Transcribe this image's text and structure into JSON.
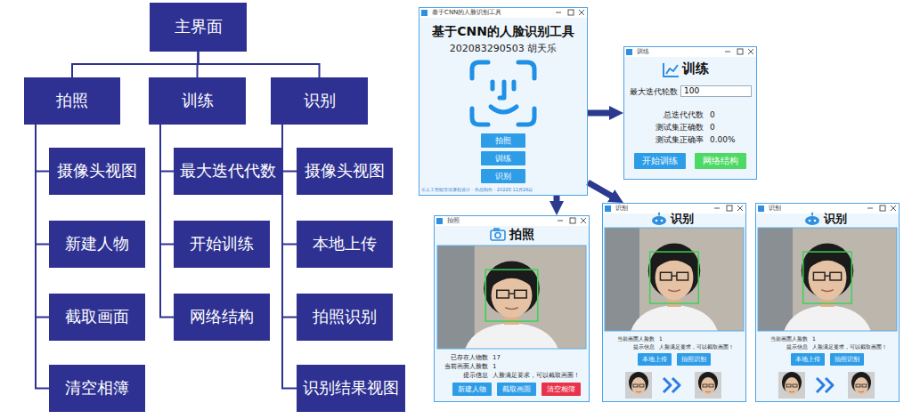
{
  "diagram": {
    "nodes": [
      {
        "text": [
          "主界面"
        ]
      },
      {
        "text": [
          "拍照"
        ]
      },
      {
        "text": [
          "训练"
        ]
      },
      {
        "text": [
          "识别"
        ]
      },
      {
        "text": [
          "摄像头视图"
        ]
      },
      {
        "text": [
          "新建人物"
        ]
      },
      {
        "text": [
          "截取画面"
        ]
      },
      {
        "text": [
          "清空相簿"
        ]
      },
      {
        "text": [
          "最大迭代代数"
        ]
      },
      {
        "text": [
          "开始训练"
        ]
      },
      {
        "text": [
          "网络结构"
        ]
      },
      {
        "text": [
          "摄像头视图"
        ]
      },
      {
        "text": [
          "本地上传"
        ]
      },
      {
        "text": [
          "拍照识别"
        ]
      },
      {
        "text": [
          "识别结果视图"
        ]
      },
      {
        "text": [
          "基于CNN的人脸识别工具",
          "基于CNN的人脸识别工具",
          "202083290503 胡天乐"
        ]
      },
      {
        "text": [
          "拍照"
        ],
        "in": 15
      },
      {
        "text": [
          "训练"
        ],
        "in": 15
      },
      {
        "text": [
          "识别"
        ],
        "in": 15
      },
      {
        "text": [
          "训练",
          "训练"
        ]
      },
      {
        "text": [
          "100"
        ],
        "in": 19
      },
      {
        "text": [
          "开始训练"
        ],
        "in": 19
      },
      {
        "text": [
          "网络结构"
        ],
        "in": 19
      },
      {
        "text": [
          "拍照",
          "拍照"
        ]
      },
      {
        "text": [
          "新建人物"
        ],
        "in": 23
      },
      {
        "text": [
          "截取画面"
        ],
        "in": 23
      },
      {
        "text": [
          "清空相簿"
        ],
        "in": 23
      },
      {
        "text": [
          "识别",
          "识别"
        ]
      },
      {
        "text": [
          "本地上传"
        ],
        "in": 27
      },
      {
        "text": [
          "拍照识别"
        ],
        "in": 27
      },
      {
        "text": [
          "识别",
          "识别"
        ]
      },
      {
        "text": [
          "本地上传"
        ],
        "in": 30
      },
      {
        "text": [
          "拍照识别"
        ],
        "in": 30
      }
    ],
    "edges": [
      {
        "from": 0,
        "to": 1,
        "arrow": "none"
      },
      {
        "from": 0,
        "to": 2,
        "arrow": "none"
      },
      {
        "from": 0,
        "to": 3,
        "arrow": "none"
      },
      {
        "from": 1,
        "to": 4,
        "arrow": "none"
      },
      {
        "from": 1,
        "to": 5,
        "arrow": "none"
      },
      {
        "from": 1,
        "to": 6,
        "arrow": "none"
      },
      {
        "from": 1,
        "to": 7,
        "arrow": "none"
      },
      {
        "from": 2,
        "to": 8,
        "arrow": "none"
      },
      {
        "from": 2,
        "to": 9,
        "arrow": "none"
      },
      {
        "from": 2,
        "to": 10,
        "arrow": "none"
      },
      {
        "from": 3,
        "to": 11,
        "arrow": "none"
      },
      {
        "from": 3,
        "to": 12,
        "arrow": "none"
      },
      {
        "from": 3,
        "to": 13,
        "arrow": "none"
      },
      {
        "from": 3,
        "to": 14,
        "arrow": "none"
      },
      {
        "from": 15,
        "to": 19,
        "arrow": "to"
      },
      {
        "from": 15,
        "to": 23,
        "arrow": "to"
      },
      {
        "from": 15,
        "to": 27,
        "arrow": "to"
      }
    ],
    "labels": [
      "最大迭代轮数",
      "总迭代代数",
      "0",
      "测试集正确数",
      "0",
      "测试集正确率",
      "0.00%",
      "已存在人物数",
      "17",
      "当前画面人脸数",
      "1",
      "提示信息",
      "人脸满足要求，可以截取画面！",
      "当前画面人脸数",
      "1",
      "提示信息",
      "人脸满足要求，可以截取画面！",
      "当前画面人脸数",
      "1",
      "提示信息",
      "人脸满足要求，可以截取画面！",
      "©人工智能导论课程设计 · 作品制作：2022年12月28日"
    ]
  }
}
